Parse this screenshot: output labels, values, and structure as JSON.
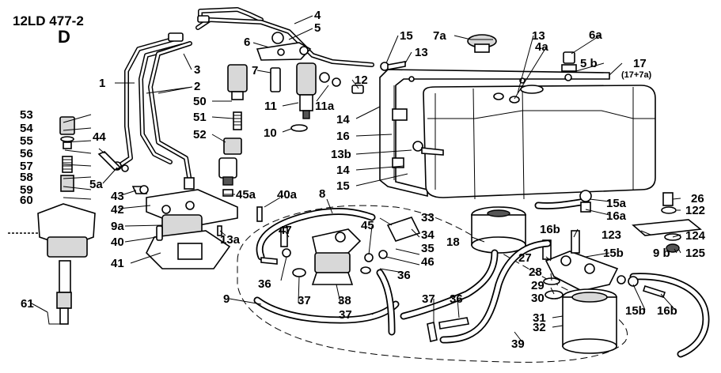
{
  "header": {
    "model": "12LD 477-2",
    "section": "D"
  },
  "callouts": [
    {
      "id": "c4",
      "text": "4"
    },
    {
      "id": "c5",
      "text": "5"
    },
    {
      "id": "c6",
      "text": "6"
    },
    {
      "id": "c3",
      "text": "3"
    },
    {
      "id": "c2",
      "text": "2"
    },
    {
      "id": "c1",
      "text": "1"
    },
    {
      "id": "c7",
      "text": "7"
    },
    {
      "id": "c50",
      "text": "50"
    },
    {
      "id": "c51",
      "text": "51"
    },
    {
      "id": "c52",
      "text": "52"
    },
    {
      "id": "c11",
      "text": "11"
    },
    {
      "id": "c10",
      "text": "10"
    },
    {
      "id": "c11a",
      "text": "11a"
    },
    {
      "id": "c12",
      "text": "12"
    },
    {
      "id": "c15t",
      "text": "15"
    },
    {
      "id": "c13t",
      "text": "13"
    },
    {
      "id": "c7a",
      "text": "7a"
    },
    {
      "id": "c13r",
      "text": "13"
    },
    {
      "id": "c4a",
      "text": "4a"
    },
    {
      "id": "c6a",
      "text": "6a"
    },
    {
      "id": "c5b",
      "text": "5 b"
    },
    {
      "id": "c17",
      "text": "17"
    },
    {
      "id": "c17b",
      "text": "(17+7a)"
    },
    {
      "id": "c14a",
      "text": "14"
    },
    {
      "id": "c16",
      "text": "16"
    },
    {
      "id": "c13b",
      "text": "13b"
    },
    {
      "id": "c14b",
      "text": "14"
    },
    {
      "id": "c15m",
      "text": "15"
    },
    {
      "id": "c53",
      "text": "53"
    },
    {
      "id": "c54",
      "text": "54"
    },
    {
      "id": "c55",
      "text": "55"
    },
    {
      "id": "c56",
      "text": "56"
    },
    {
      "id": "c57",
      "text": "57"
    },
    {
      "id": "c58",
      "text": "58"
    },
    {
      "id": "c59",
      "text": "59"
    },
    {
      "id": "c60",
      "text": "60"
    },
    {
      "id": "c44",
      "text": "44"
    },
    {
      "id": "c5a",
      "text": "5a"
    },
    {
      "id": "c43",
      "text": "43"
    },
    {
      "id": "c42",
      "text": "42"
    },
    {
      "id": "c45a",
      "text": "45a"
    },
    {
      "id": "c40a",
      "text": "40a"
    },
    {
      "id": "c8",
      "text": "8"
    },
    {
      "id": "c9a",
      "text": "9a"
    },
    {
      "id": "c40",
      "text": "40"
    },
    {
      "id": "c13a",
      "text": "13a"
    },
    {
      "id": "c41",
      "text": "41"
    },
    {
      "id": "c47",
      "text": "47"
    },
    {
      "id": "c33",
      "text": "33"
    },
    {
      "id": "c45",
      "text": "45"
    },
    {
      "id": "c34",
      "text": "34"
    },
    {
      "id": "c35",
      "text": "35"
    },
    {
      "id": "c46",
      "text": "46"
    },
    {
      "id": "c36a",
      "text": "36"
    },
    {
      "id": "c36b",
      "text": "36"
    },
    {
      "id": "c37a",
      "text": "37"
    },
    {
      "id": "c38",
      "text": "38"
    },
    {
      "id": "c9",
      "text": "9"
    },
    {
      "id": "c37b",
      "text": "37"
    },
    {
      "id": "c37c",
      "text": "37"
    },
    {
      "id": "c36c",
      "text": "36"
    },
    {
      "id": "c39",
      "text": "39"
    },
    {
      "id": "c61",
      "text": "61"
    },
    {
      "id": "c18",
      "text": "18"
    },
    {
      "id": "c15a",
      "text": "15a"
    },
    {
      "id": "c16a",
      "text": "16a"
    },
    {
      "id": "c26",
      "text": "26"
    },
    {
      "id": "c122",
      "text": "122"
    },
    {
      "id": "c123",
      "text": "123"
    },
    {
      "id": "c124",
      "text": "124"
    },
    {
      "id": "c9b",
      "text": "9 b"
    },
    {
      "id": "c125",
      "text": "125"
    },
    {
      "id": "c16b",
      "text": "16b"
    },
    {
      "id": "c27",
      "text": "27"
    },
    {
      "id": "c15b",
      "text": "15b"
    },
    {
      "id": "c28",
      "text": "28"
    },
    {
      "id": "c29",
      "text": "29"
    },
    {
      "id": "c30",
      "text": "30"
    },
    {
      "id": "c31",
      "text": "31"
    },
    {
      "id": "c32",
      "text": "32"
    },
    {
      "id": "c15b2",
      "text": "15b"
    },
    {
      "id": "c16b2",
      "text": "16b"
    }
  ]
}
